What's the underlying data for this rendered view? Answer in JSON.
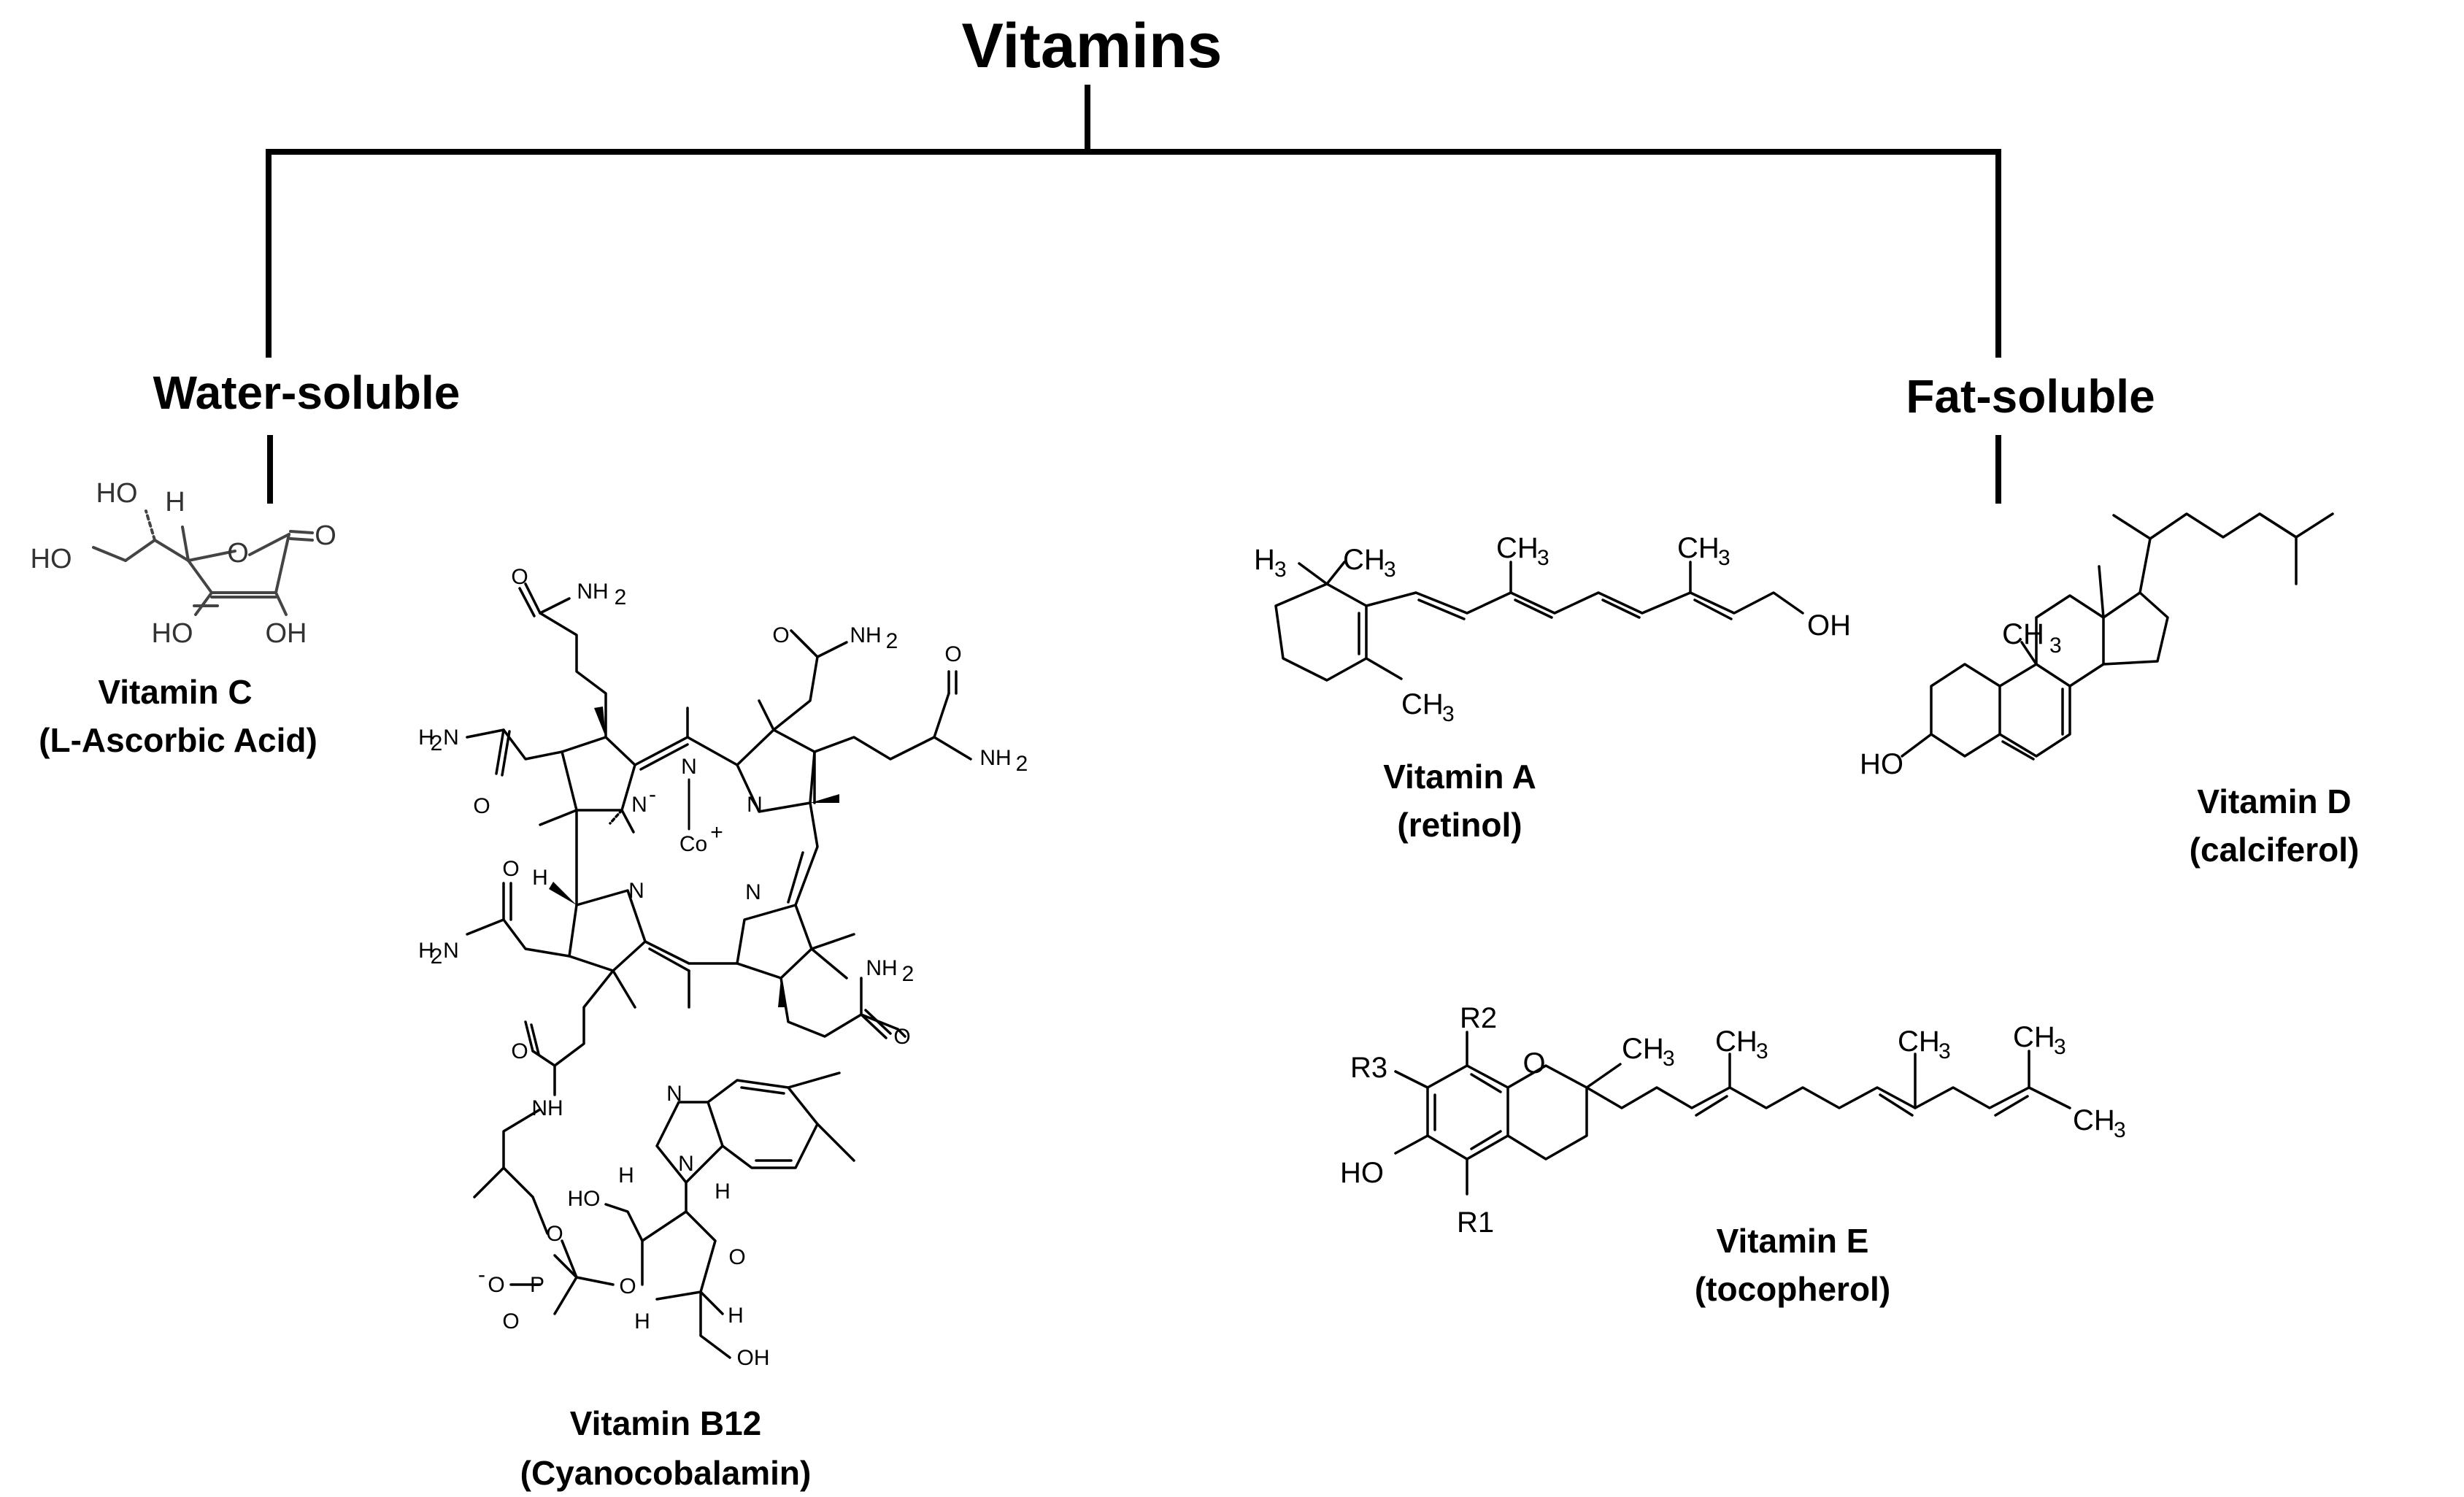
{
  "title": "Vitamins",
  "categories": [
    {
      "label": "Water-soluble",
      "vitamins": [
        {
          "name": "Vitamin C",
          "common": "(L-Ascorbic Acid)"
        },
        {
          "name": "Vitamin B12",
          "common": "(Cyanocobalamin)"
        }
      ]
    },
    {
      "label": "Fat-soluble",
      "vitamins": [
        {
          "name": "Vitamin A",
          "common": "(retinol)"
        },
        {
          "name": "Vitamin D",
          "common": "(calciferol)"
        },
        {
          "name": "Vitamin E",
          "common": "(tocopherol)"
        }
      ]
    }
  ],
  "atoms": {
    "ho": "HO",
    "oh": "OH",
    "h": "H",
    "o": "O",
    "n": "N",
    "n_minus": "N",
    "minus": "-",
    "co": "Co",
    "plus": "+",
    "nh": "NH",
    "nh2": "NH",
    "h2n": "H",
    "sub2": "2",
    "h3c": "H",
    "ch": "CH",
    "sub3": "3",
    "p": "P",
    "o_minus": "O",
    "r1": "R1",
    "r2": "R2",
    "r3": "R3"
  }
}
